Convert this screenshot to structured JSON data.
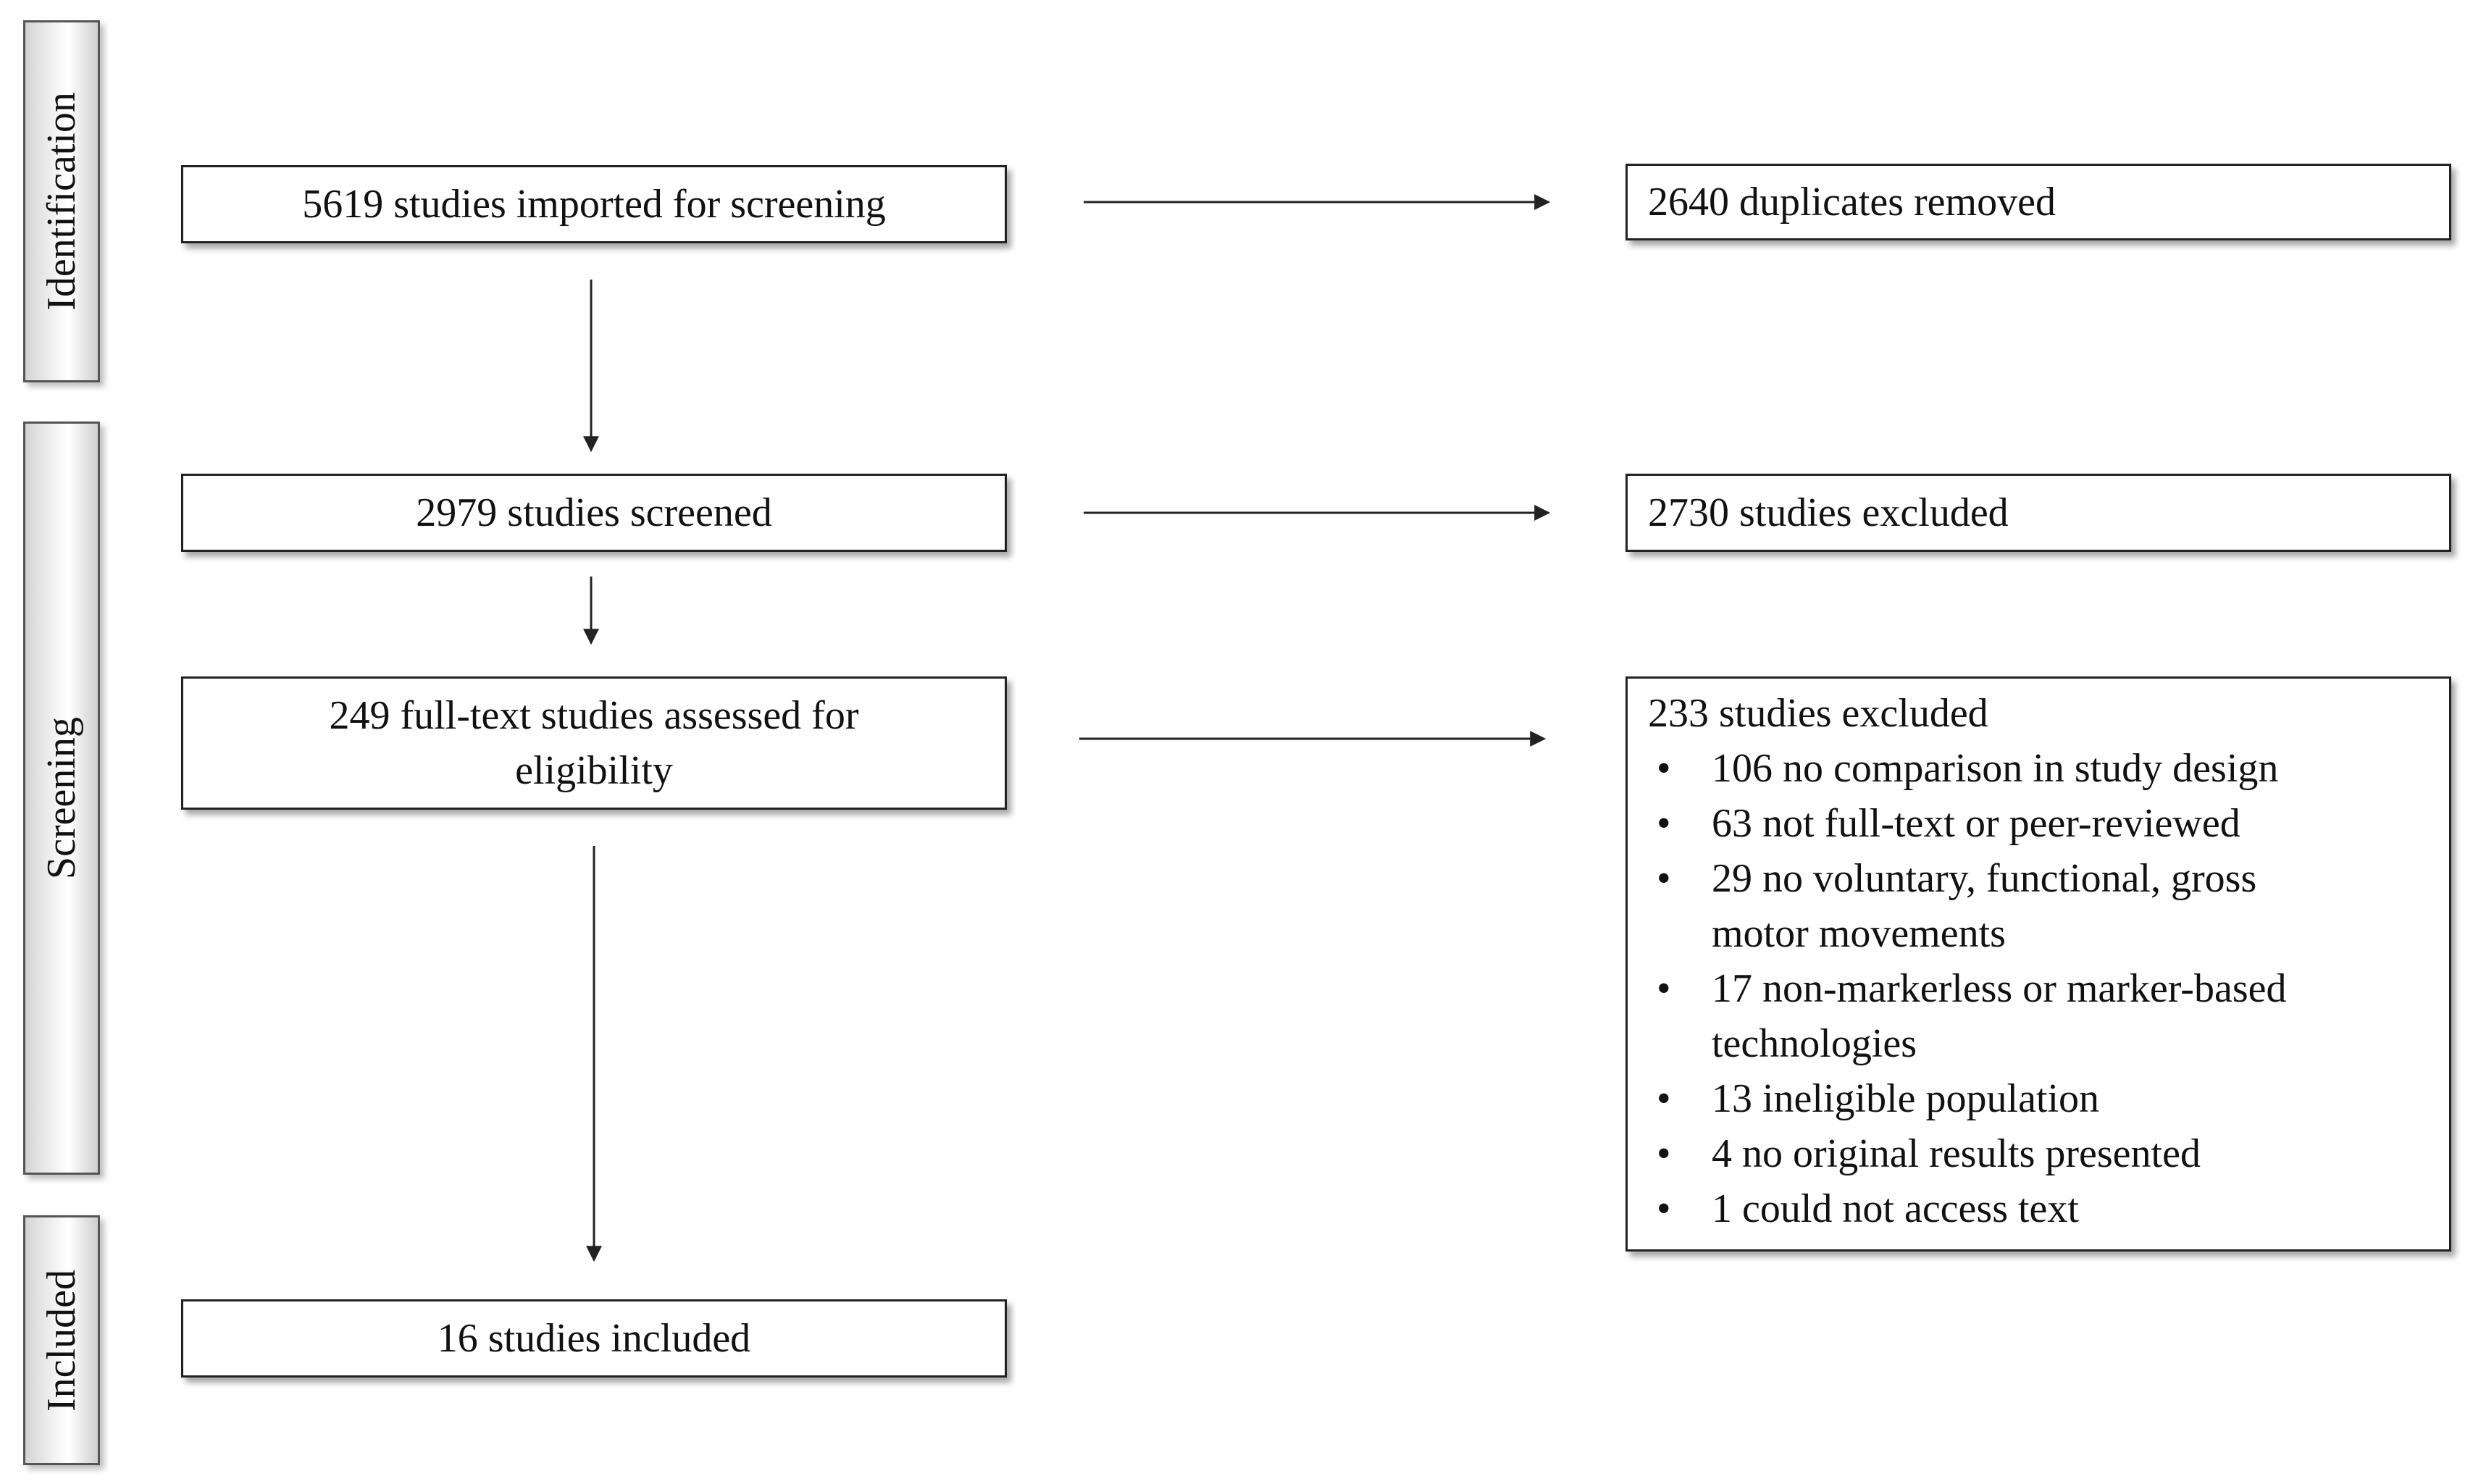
{
  "stages": {
    "identification": "Identification",
    "screening": "Screening",
    "included": "Included"
  },
  "boxes": {
    "imported": "5619 studies imported for screening",
    "duplicates": "2640 duplicates removed",
    "screened": "2979 studies screened",
    "screened_excluded": "2730 studies excluded",
    "fulltext_line1": "249 full-text studies assessed for",
    "fulltext_line2": "eligibility",
    "fulltext_excluded_title": "233 studies excluded",
    "fulltext_excluded_reasons": [
      [
        "106 no comparison in study design"
      ],
      [
        "63 not full-text or peer-reviewed"
      ],
      [
        "29 no voluntary, functional, gross",
        "motor movements"
      ],
      [
        "17 non-markerless or marker-based",
        "technologies"
      ],
      [
        "13 ineligible population"
      ],
      [
        "4 no original results presented"
      ],
      [
        "1 could not access text"
      ]
    ],
    "included": "16 studies included"
  },
  "colors": {
    "stroke": "#222222",
    "stage_border": "#555555"
  }
}
